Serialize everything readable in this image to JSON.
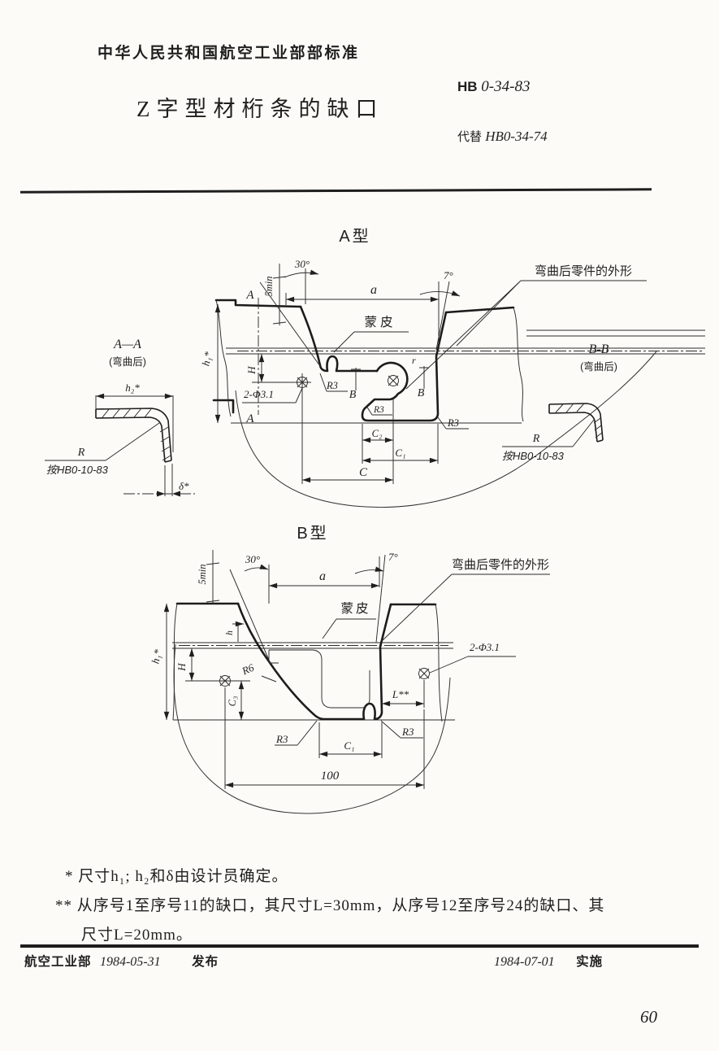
{
  "page": {
    "header": "中华人民共和国航空工业部部标准",
    "title": "Z字型材桁条的缺口",
    "std_prefix": "HB",
    "std_no": "0-34-83",
    "replaces_label": "代替",
    "replaces_no": "HB0-34-74",
    "page_no": "60"
  },
  "fig_a": {
    "title": "A型",
    "angle30": "30°",
    "angle7": "7°",
    "dim_a": "a",
    "dim_5min": "5min",
    "h1": "h₁*",
    "H": "H",
    "holes": "2-Φ3.1",
    "skin": "蒙皮",
    "outline": "弯曲后零件的外形",
    "r_small": "r",
    "r3": "R3",
    "sec_a": "A",
    "sec_b": "B",
    "c2": "C₂",
    "c1": "C₁",
    "c": "C",
    "aa_title": "A—A",
    "aa_sub": "(弯曲后)",
    "h2": "h₂*",
    "r": "R",
    "r_ref": "按HB0-10-83",
    "delta": "δ*",
    "bb_title": "B-B",
    "bb_sub": "(弯曲后)"
  },
  "fig_b": {
    "title": "B型",
    "angle30": "30°",
    "angle7": "7°",
    "dim_a": "a",
    "dim_5min": "5min",
    "h1": "h₁*",
    "h": "h",
    "H": "H",
    "c3": "C₃",
    "r6": "R6",
    "holes": "2-Φ3.1",
    "skin": "蒙皮",
    "outline": "弯曲后零件的外形",
    "r3": "R3",
    "c1": "C₁",
    "L": "L**",
    "d100": "100"
  },
  "notes": {
    "line1": "* 尺寸h₁; h₂和δ由设计员确定。",
    "line2": "** 从序号1至序号11的缺口，其尺寸L=30mm，从序号12至序号24的缺口、其",
    "line3": "尺寸L=20mm。"
  },
  "footer": {
    "issuer": "航空工业部",
    "issue_date": "1984-05-31",
    "issue_label": "发布",
    "impl_date": "1984-07-01",
    "impl_label": "实施"
  }
}
